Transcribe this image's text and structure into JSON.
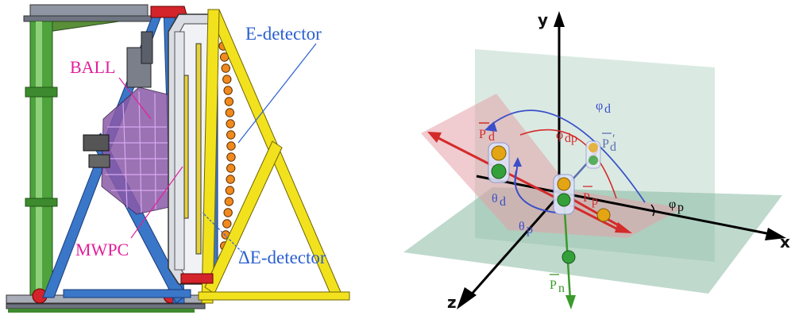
{
  "detector": {
    "labels": {
      "ball": "BALL",
      "e_detector": "E-detector",
      "mwpc": "MWPC",
      "de_detector": "ΔE-detector"
    }
  },
  "geometry": {
    "axes": {
      "x": "x",
      "y": "y",
      "z": "z"
    },
    "vectors": {
      "pd": {
        "sym": "P",
        "sub": "d",
        "color": "#d42a2a"
      },
      "pd_prime": {
        "sym": "P",
        "sub": "d",
        "prime": "′",
        "color": "#5a6fb0"
      },
      "pp": {
        "sym": "P",
        "sub": "p",
        "color": "#d42a2a"
      },
      "pn": {
        "sym": "P",
        "sub": "n",
        "color": "#3a9a2a"
      }
    },
    "angles": {
      "phi_d": {
        "sym": "φ",
        "sub": "d"
      },
      "phi_dp": {
        "sym": "φ",
        "sub": "dp"
      },
      "phi_p": {
        "sym": "φ",
        "sub": "p"
      },
      "theta_d": {
        "sym": "θ",
        "sub": "d"
      },
      "theta_p": {
        "sym": "θ",
        "sub": "p"
      }
    }
  }
}
